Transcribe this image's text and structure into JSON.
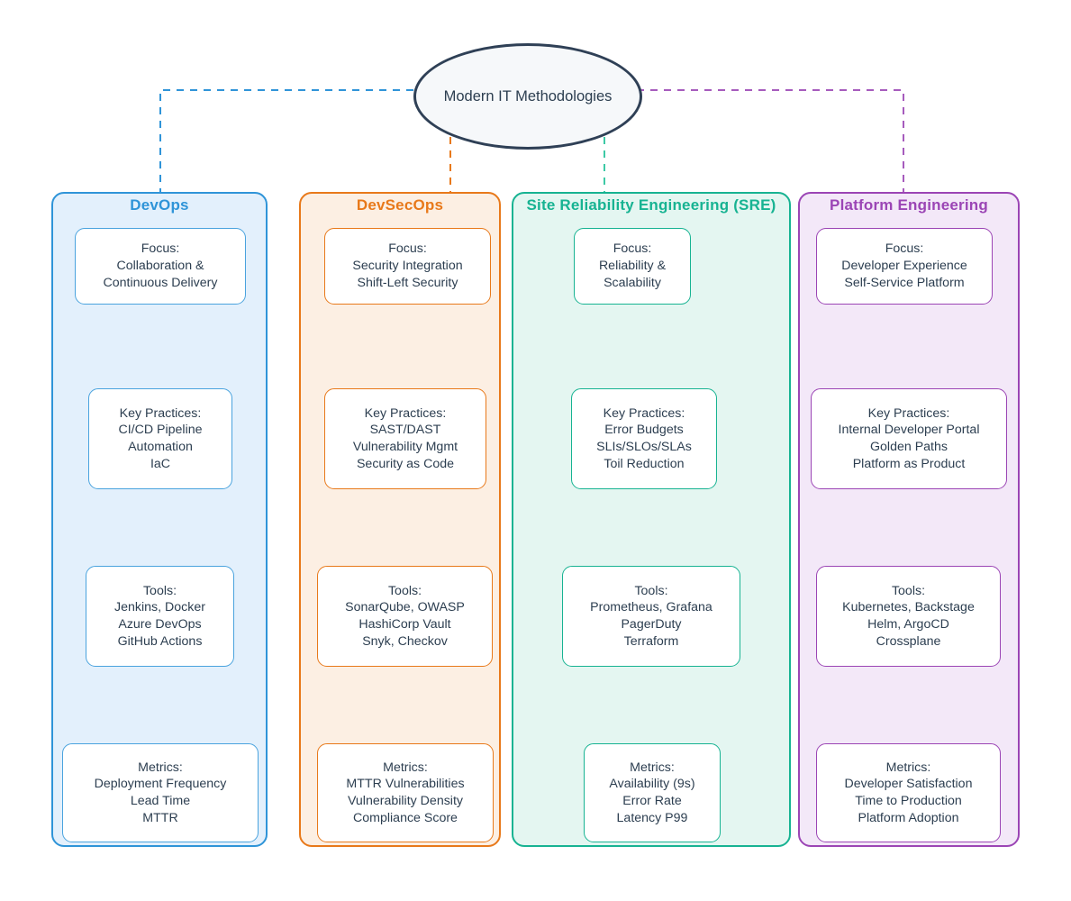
{
  "diagram": {
    "root": {
      "label": "Modern IT\nMethodologies",
      "border_color": "#2f4056",
      "fill_color": "#f6f8fa"
    },
    "pillars": [
      {
        "id": "devops",
        "title": "DevOps",
        "accent_color": "#2f94d8",
        "fill_color": "#e3f0fc",
        "connector_color": "#2f94d8",
        "cards": [
          {
            "name": "focus",
            "text": "Focus:\nCollaboration &\nContinuous Delivery"
          },
          {
            "name": "key-practices",
            "text": "Key Practices:\nCI/CD Pipeline\nAutomation\nIaC"
          },
          {
            "name": "tools",
            "text": "Tools:\nJenkins, Docker\nAzure DevOps\nGitHub Actions"
          },
          {
            "name": "metrics",
            "text": "Metrics:\nDeployment Frequency\nLead Time\nMTTR"
          }
        ]
      },
      {
        "id": "devsecops",
        "title": "DevSecOps",
        "accent_color": "#e8791a",
        "fill_color": "#fcefe3",
        "connector_color": "#e8791a",
        "cards": [
          {
            "name": "focus",
            "text": "Focus:\nSecurity Integration\nShift-Left Security"
          },
          {
            "name": "key-practices",
            "text": "Key Practices:\nSAST/DAST\nVulnerability Mgmt\nSecurity as Code"
          },
          {
            "name": "tools",
            "text": "Tools:\nSonarQube, OWASP\nHashiCorp Vault\nSnyk, Checkov"
          },
          {
            "name": "metrics",
            "text": "Metrics:\nMTTR Vulnerabilities\nVulnerability Density\nCompliance Score"
          }
        ]
      },
      {
        "id": "sre",
        "title": "Site Reliability Engineering (SRE)",
        "accent_color": "#17b392",
        "fill_color": "#e4f6f1",
        "connector_color": "#3dc9a6",
        "cards": [
          {
            "name": "focus",
            "text": "Focus:\nReliability &\nScalability"
          },
          {
            "name": "key-practices",
            "text": "Key Practices:\nError Budgets\nSLIs/SLOs/SLAs\nToil Reduction"
          },
          {
            "name": "tools",
            "text": "Tools:\nPrometheus, Grafana\nPagerDuty\nTerraform"
          },
          {
            "name": "metrics",
            "text": "Metrics:\nAvailability (9s)\nError Rate\nLatency P99"
          }
        ]
      },
      {
        "id": "platform-engineering",
        "title": "Platform Engineering",
        "accent_color": "#9b45b5",
        "fill_color": "#f3e8f8",
        "connector_color": "#a65bbd",
        "cards": [
          {
            "name": "focus",
            "text": "Focus:\nDeveloper Experience\nSelf-Service Platform"
          },
          {
            "name": "key-practices",
            "text": "Key Practices:\nInternal Developer Portal\nGolden Paths\nPlatform as Product"
          },
          {
            "name": "tools",
            "text": "Tools:\nKubernetes, Backstage\nHelm, ArgoCD\nCrossplane"
          },
          {
            "name": "metrics",
            "text": "Metrics:\nDeveloper Satisfaction\nTime to Production\nPlatform Adoption"
          }
        ]
      }
    ]
  }
}
